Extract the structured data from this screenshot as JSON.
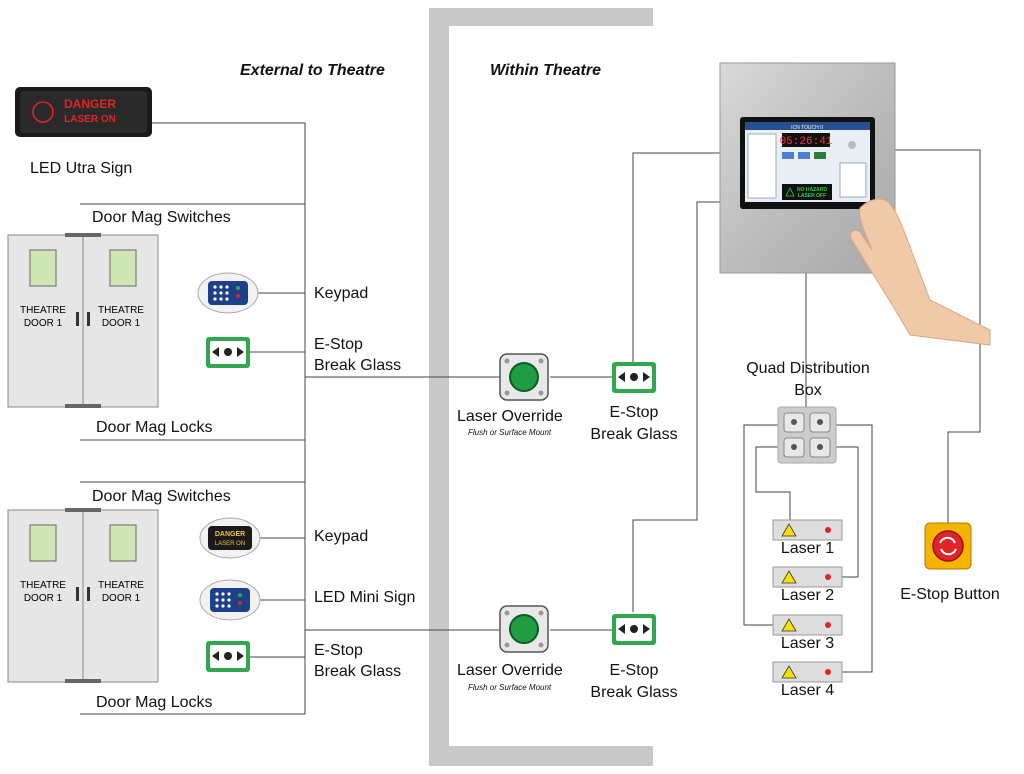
{
  "headers": {
    "external": "External to Theatre",
    "within": "Within Theatre"
  },
  "led_sign": {
    "label": "LED Utra Sign",
    "line1": "DANGER",
    "line2": "LASER ON"
  },
  "group1": {
    "door_mag_switches": "Door Mag Switches",
    "door_mag_locks": "Door Mag Locks",
    "door_left": [
      "THEATRE",
      "DOOR 1"
    ],
    "door_right": [
      "THEATRE",
      "DOOR 1"
    ],
    "keypad": "Keypad",
    "estop_line1": "E-Stop",
    "estop_line2": "Break Glass"
  },
  "group2": {
    "door_mag_switches": "Door Mag Switches",
    "door_mag_locks": "Door Mag Locks",
    "door_left": [
      "THEATRE",
      "DOOR 1"
    ],
    "door_right": [
      "THEATRE",
      "DOOR 1"
    ],
    "keypad": "Keypad",
    "led_mini_sign": "LED Mini Sign",
    "mini_sign_line1": "DANGER",
    "mini_sign_line2": "LASER ON",
    "estop_line1": "E-Stop",
    "estop_line2": "Break Glass"
  },
  "within": {
    "override1": "Laser Override",
    "override1_sub": "Flush or Surface Mount",
    "override2": "Laser Override",
    "override2_sub": "Flush  or Surface Mount",
    "estop1_line1": "E-Stop",
    "estop1_line2": "Break Glass",
    "estop2_line1": "E-Stop",
    "estop2_line2": "Break Glass"
  },
  "controller": {
    "screen_title": "ICN TOUCH II",
    "clock": "05:26:41",
    "status_line1": "NO HAZARD",
    "status_line2": "LASER OFF"
  },
  "distribution": {
    "label_line1": "Quad Distribution",
    "label_line2": "Box",
    "lasers": [
      "Laser 1",
      "Laser 2",
      "Laser 3",
      "Laser 4"
    ]
  },
  "estop_button": {
    "label": "E-Stop Button"
  },
  "colors": {
    "line": "#444444",
    "wall": "#c8c8c8",
    "green": "#2fa84f",
    "sign_red": "#e0242a",
    "door_fill": "#e6e6e6",
    "door_window": "#cfe6b4"
  }
}
